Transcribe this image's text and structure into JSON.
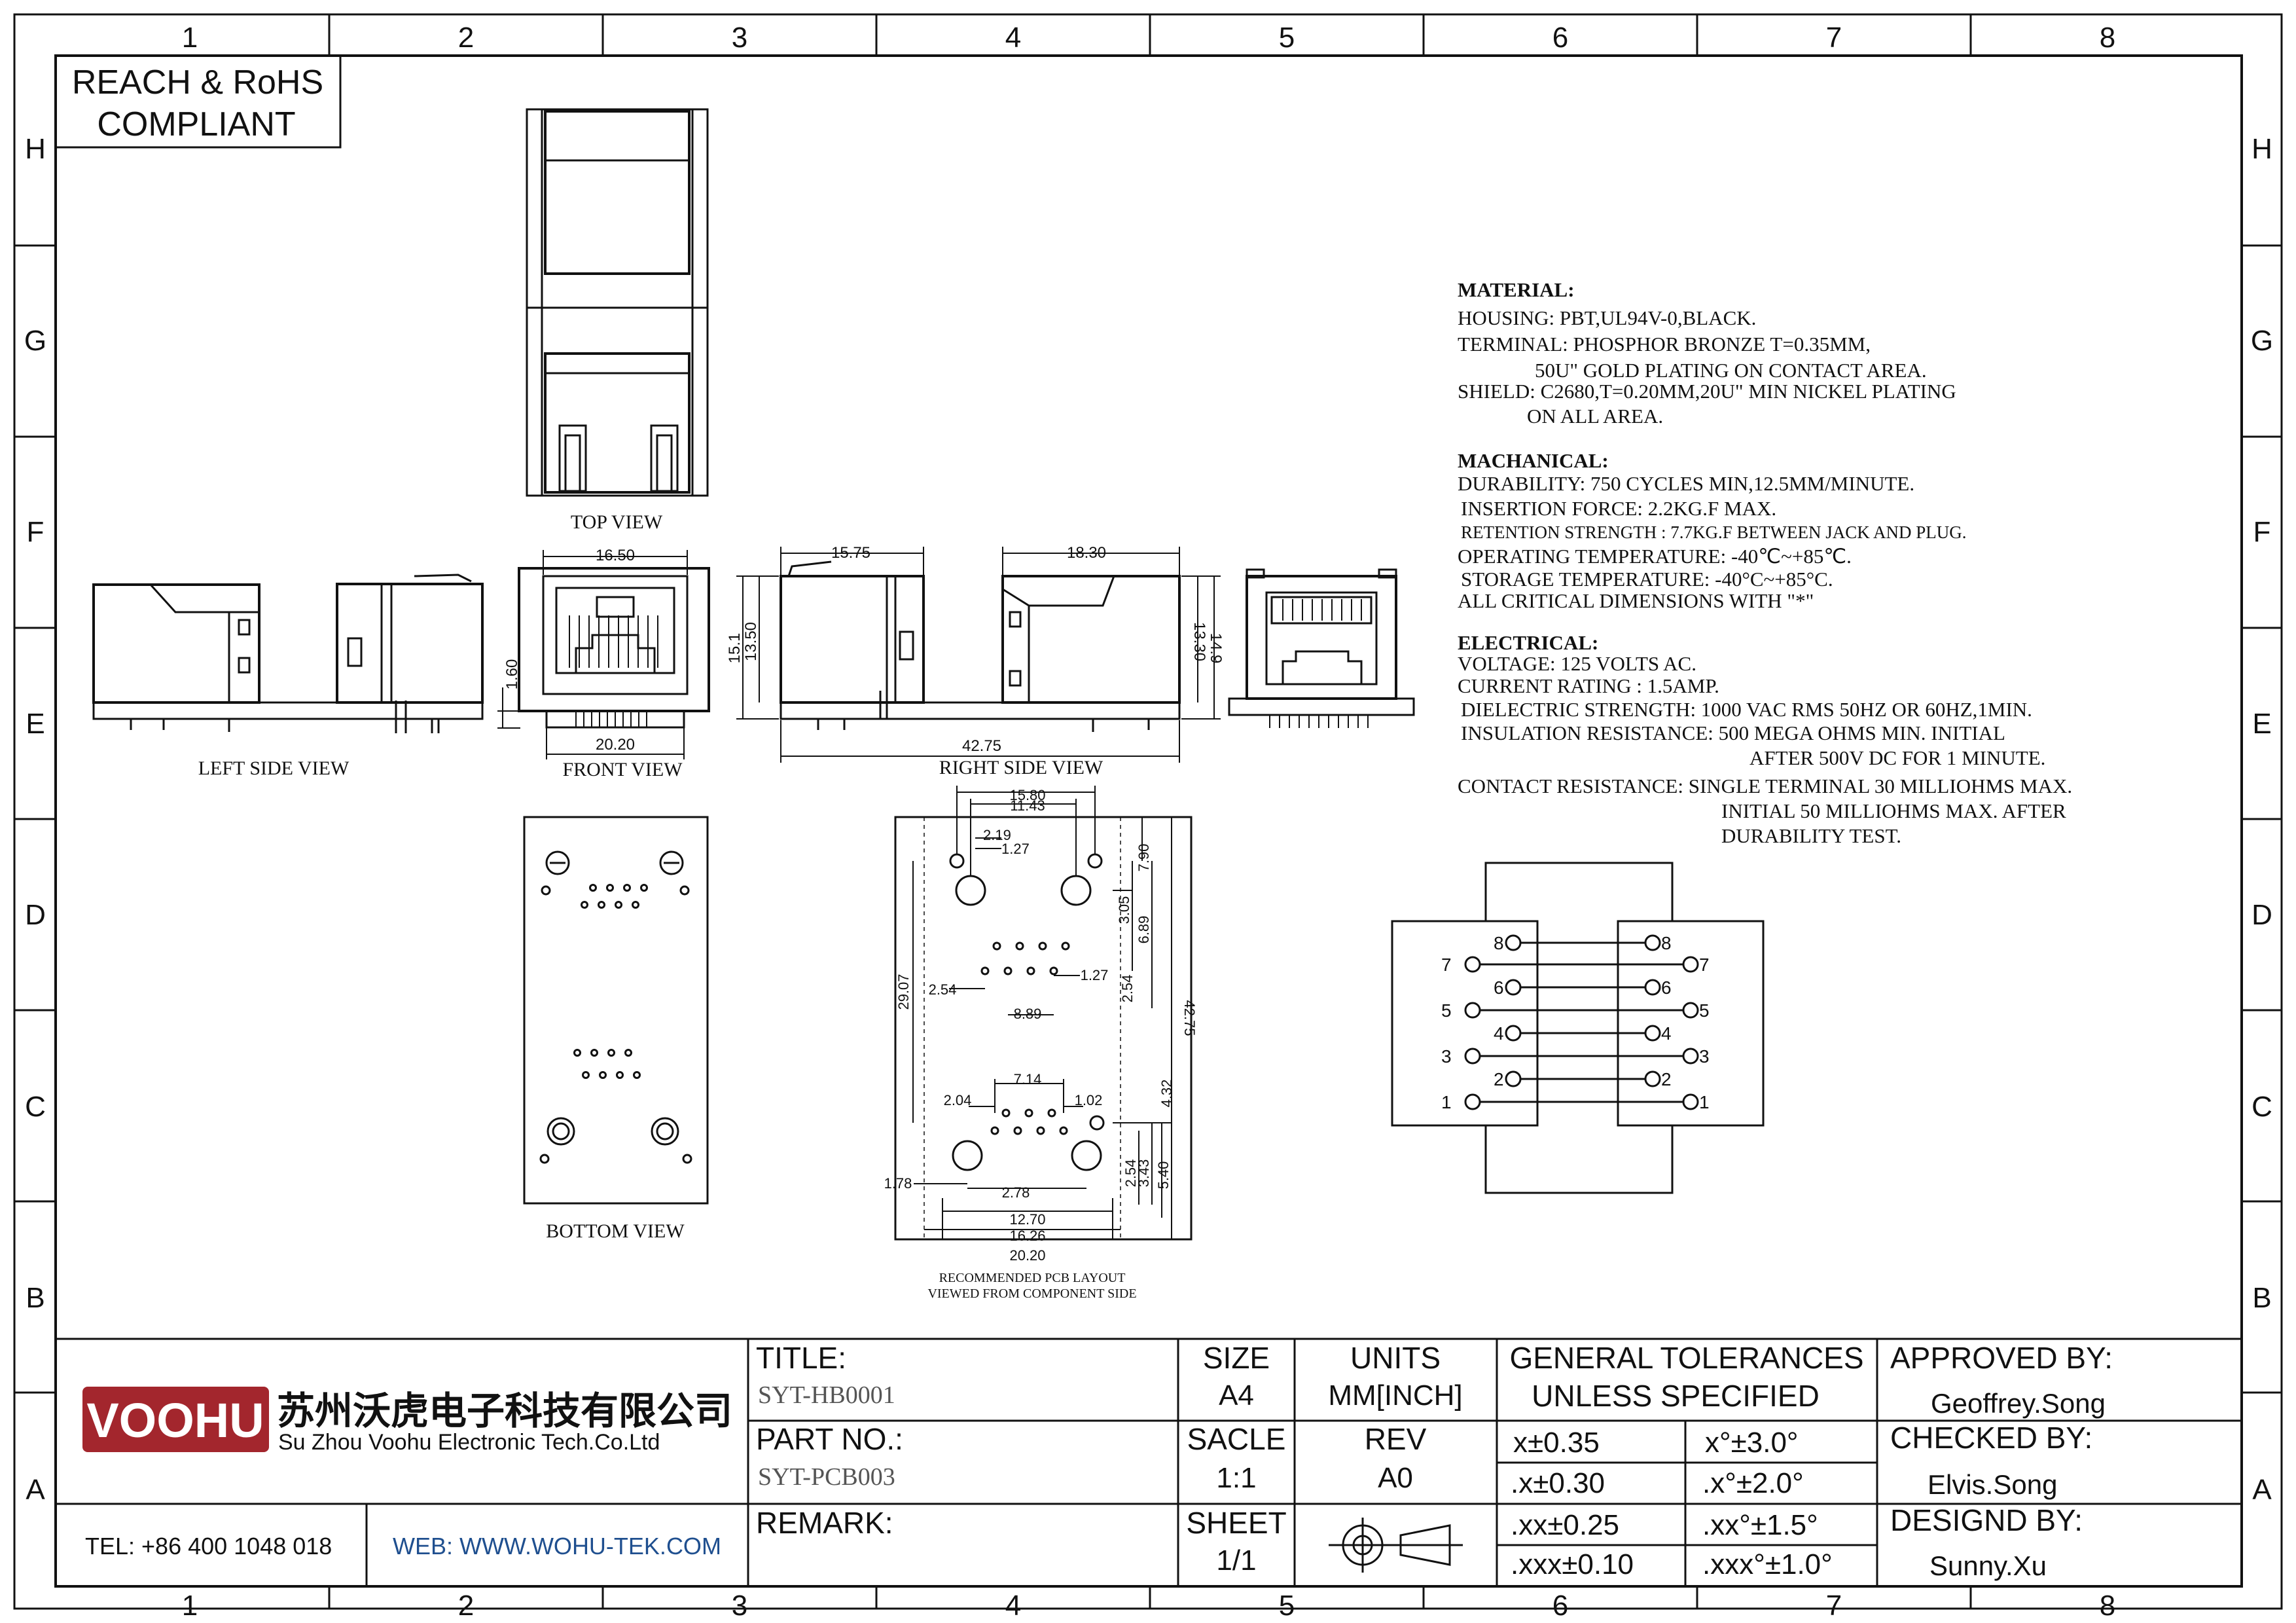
{
  "compliance": [
    "REACH & RoHS",
    "COMPLIANT"
  ],
  "grid": {
    "columns": [
      "1",
      "2",
      "3",
      "4",
      "5",
      "6",
      "7",
      "8"
    ],
    "rows": [
      "H",
      "G",
      "F",
      "E",
      "D",
      "C",
      "B",
      "A"
    ]
  },
  "views": {
    "top": "TOP VIEW",
    "left_side": "LEFT SIDE VIEW",
    "front": "FRONT VIEW",
    "right_side": "RIGHT SIDE VIEW",
    "bottom": "BOTTOM VIEW",
    "pcb_line1": "RECOMMENDED PCB LAYOUT",
    "pcb_line2": "VIEWED FROM COMPONENT SIDE"
  },
  "dimensions": {
    "front_width": "16.50",
    "front_pitch": "20.20",
    "front_height": "1.60",
    "right_width": "15.75",
    "right_height_a": "15.1",
    "right_height_b": "13.50",
    "right_total": "42.75",
    "rear_width": "18.30",
    "rear_height_a": "13.30",
    "rear_height_b": "14.9",
    "pcb": [
      "15.80",
      "11.43",
      "2.19",
      "1.27",
      "7.90",
      "3.05",
      "6.89",
      "29.07",
      "2.54",
      "1.27",
      "2.54",
      "8.89",
      "42.75",
      "7.14",
      "2.04",
      "1.02",
      "4.32",
      "1.78",
      "2.78",
      "2.54",
      "3.43",
      "5.40",
      "12.70",
      "16.26",
      "20.20"
    ]
  },
  "material": {
    "heading": "MATERIAL:",
    "lines": [
      "HOUSING: PBT,UL94V-0,BLACK.",
      "TERMINAL: PHOSPHOR BRONZE T=0.35MM,",
      "50U\" GOLD PLATING ON CONTACT AREA.",
      "SHIELD: C2680,T=0.20MM,20U\" MIN NICKEL PLATING",
      "ON ALL AREA."
    ]
  },
  "mechanical": {
    "heading": "MACHANICAL:",
    "lines": [
      "DURABILITY: 750 CYCLES MIN,12.5MM/MINUTE.",
      "INSERTION FORCE: 2.2KG.F MAX.",
      "RETENTION STRENGTH : 7.7KG.F BETWEEN JACK AND PLUG.",
      "OPERATING TEMPERATURE: -40℃~+85℃.",
      "STORAGE TEMPERATURE: -40°C~+85°C.",
      "ALL CRITICAL DIMENSIONS WITH \"*\""
    ]
  },
  "electrical": {
    "heading": "ELECTRICAL:",
    "lines": [
      "VOLTAGE: 125 VOLTS AC.",
      "CURRENT RATING : 1.5AMP.",
      "DIELECTRIC STRENGTH: 1000 VAC RMS 50HZ OR 60HZ,1MIN.",
      "INSULATION RESISTANCE: 500 MEGA OHMS MIN. INITIAL",
      "AFTER 500V DC FOR 1 MINUTE.",
      "CONTACT RESISTANCE: SINGLE TERMINAL 30 MILLIOHMS MAX.",
      "INITIAL 50 MILLIOHMS MAX. AFTER",
      "DURABILITY TEST."
    ]
  },
  "schematic": {
    "left_pins": [
      "8",
      "7",
      "6",
      "5",
      "4",
      "3",
      "2",
      "1"
    ],
    "right_pins": [
      "8",
      "7",
      "6",
      "5",
      "4",
      "3",
      "2",
      "1"
    ]
  },
  "title_block": {
    "logo": "VOOHU",
    "company_cn": "苏州沃虎电子科技有限公司",
    "company_en": "Su Zhou Voohu Electronic Tech.Co.Ltd",
    "tel": "TEL: +86 400 1048 018",
    "web": "WEB: WWW.WOHU-TEK.COM",
    "title_label": "TITLE:",
    "title_value": "SYT-HB0001",
    "part_label": "PART NO.:",
    "part_value": "SYT-PCB003",
    "remark_label": "REMARK:",
    "size_label": "SIZE",
    "size_value": "A4",
    "units_label": "UNITS",
    "units_value": "MM[INCH]",
    "scale_label": "SACLE",
    "scale_value": "1:1",
    "rev_label": "REV",
    "rev_value": "A0",
    "sheet_label": "SHEET",
    "sheet_value": "1/1",
    "tol_heading_1": "GENERAL TOLERANCES",
    "tol_heading_2": "UNLESS SPECIFIED",
    "tolerances": [
      [
        "x±0.35",
        "x°±3.0°"
      ],
      [
        ".x±0.30",
        ".x°±2.0°"
      ],
      [
        ".xx±0.25",
        ".xx°±1.5°"
      ],
      [
        ".xxx±0.10",
        ".xxx°±1.0°"
      ]
    ],
    "approved_label": "APPROVED BY:",
    "approved_value": "Geoffrey.Song",
    "checked_label": "CHECKED BY:",
    "checked_value": "Elvis.Song",
    "designed_label": "DESIGND BY:",
    "designed_value": "Sunny.Xu"
  },
  "colors": {
    "logo_red": "#a3262d",
    "web_blue": "#1f4f8f",
    "line": "#111111"
  }
}
